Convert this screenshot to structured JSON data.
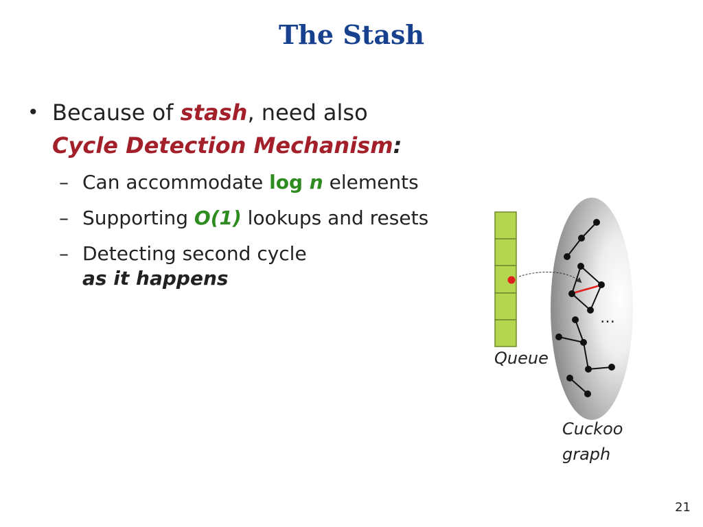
{
  "slide": {
    "title": "The Stash",
    "page_number": "21"
  },
  "bullets": {
    "main": {
      "prefix": "Because of ",
      "stash": "stash",
      "middle": ", need also",
      "mechanism": "Cycle Detection Mechanism",
      "colon": ":"
    },
    "sub1": {
      "before": "Can accommodate ",
      "log": "log ",
      "n": "n",
      "after": " elements"
    },
    "sub2": {
      "before": "Supporting ",
      "o1": "O(1)",
      "after": " lookups and resets"
    },
    "sub3": {
      "line1": "Detecting second cycle",
      "line2": "as it happens"
    },
    "dash": "–",
    "dot": "•"
  },
  "diagram": {
    "queue_label": "Queue",
    "graph_label_line1": "Cuckoo",
    "graph_label_line2": "graph",
    "ellipsis": "…",
    "colors": {
      "queue_fill": "#b5d450",
      "queue_stroke": "#6e8a2e",
      "node": "#111111",
      "highlight": "#e0201c",
      "ellipse_light": "#eeeeee",
      "ellipse_dark": "#8e8e8e"
    }
  }
}
